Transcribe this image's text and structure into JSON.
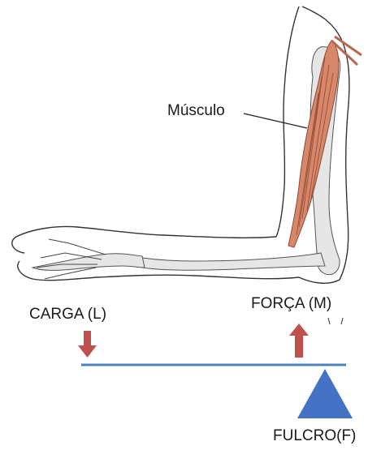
{
  "labels": {
    "muscle": "Músculo",
    "load": "CARGA (L)",
    "force": "FORÇA (M)",
    "fulcrum": "FULCRO(F)"
  },
  "colors": {
    "arrow": "#c0504d",
    "lever": "#4f81bd",
    "fulcrum": "#4472c4",
    "muscle": "#d9876a",
    "bone": "#e6e6e6",
    "outline": "#333333"
  },
  "icons": {
    "load_arrow": "arrow-down-icon",
    "force_arrow": "arrow-up-icon",
    "fulcrum": "triangle-icon"
  }
}
